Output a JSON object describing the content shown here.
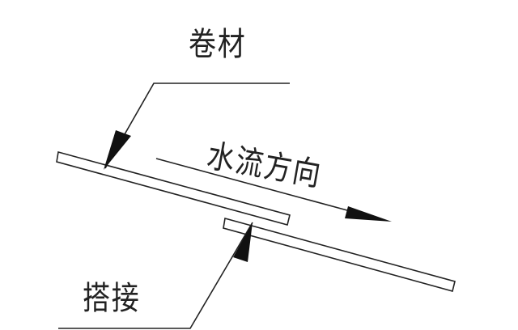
{
  "diagram": {
    "labels": {
      "membrane": "卷材",
      "flow_direction": "水流方向",
      "lap_joint": "搭接"
    },
    "colors": {
      "line": "#222222",
      "background": "#ffffff"
    }
  }
}
